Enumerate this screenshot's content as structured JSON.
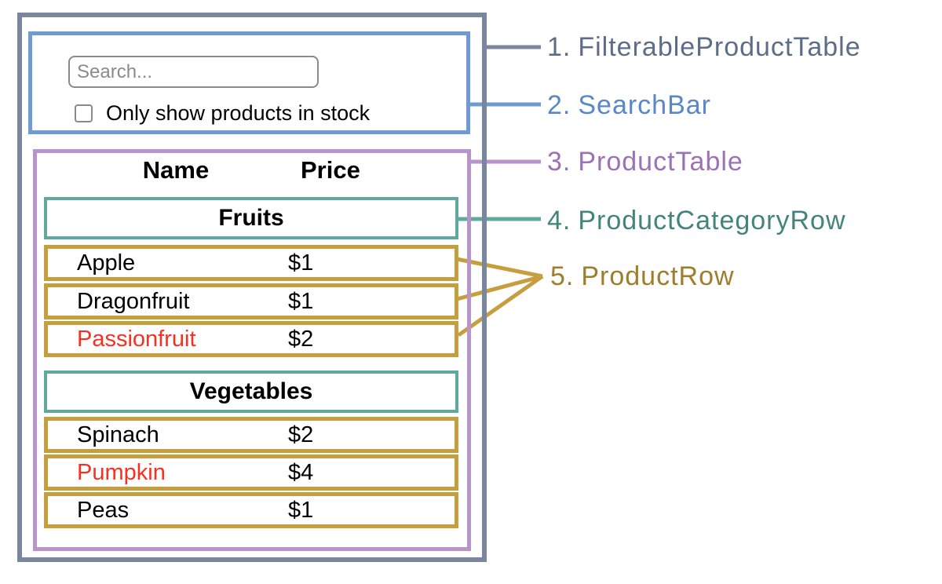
{
  "colors": {
    "gray": "#7A869D",
    "gray-text": "#5D6D87",
    "blue": "#6F9BD1",
    "blue-text": "#5A87C6",
    "purple": "#B893CC",
    "purple-text": "#9B72B5",
    "teal": "#5FA99E",
    "teal-text": "#44857A",
    "gold": "#C79E3D",
    "gold-text": "#9E7E2D",
    "red": "#FA2F21",
    "input-border": "#8A8A8A",
    "placeholder": "#8A8A8A",
    "text": "#000000"
  },
  "search_bar": {
    "placeholder": "Search...",
    "checkbox_label": "Only show products in stock",
    "checkbox_checked": false
  },
  "table": {
    "headers": {
      "name": "Name",
      "price": "Price"
    },
    "sections": [
      {
        "category": "Fruits",
        "products": [
          {
            "name": "Apple",
            "price": "$1",
            "in_stock": true
          },
          {
            "name": "Dragonfruit",
            "price": "$1",
            "in_stock": true
          },
          {
            "name": "Passionfruit",
            "price": "$2",
            "in_stock": false
          }
        ]
      },
      {
        "category": "Vegetables",
        "products": [
          {
            "name": "Spinach",
            "price": "$2",
            "in_stock": true
          },
          {
            "name": "Pumpkin",
            "price": "$4",
            "in_stock": false
          },
          {
            "name": "Peas",
            "price": "$1",
            "in_stock": true
          }
        ]
      }
    ]
  },
  "legend": [
    {
      "number": "1.",
      "label": "FilterableProductTable"
    },
    {
      "number": "2.",
      "label": "SearchBar"
    },
    {
      "number": "3.",
      "label": "ProductTable"
    },
    {
      "number": "4.",
      "label": "ProductCategoryRow"
    },
    {
      "number": "5.",
      "label": "ProductRow"
    }
  ]
}
